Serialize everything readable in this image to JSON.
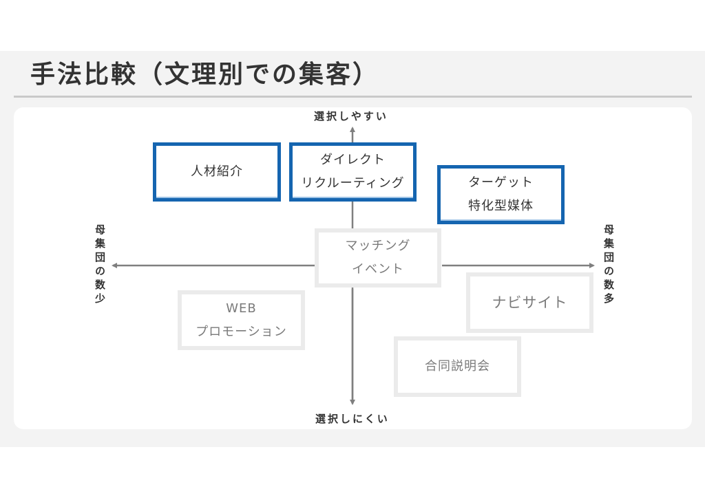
{
  "title": "手法比較（文理別での集客）",
  "axes": {
    "top": "選択しやすい",
    "bottom": "選択しにくい",
    "left": "母集団の数少",
    "right": "母集団の数多"
  },
  "colors": {
    "highlight_border": "#1565b0",
    "muted_border": "#ebebeb",
    "axis": "#7f7f7f",
    "background": "#f3f3f3"
  },
  "methods": [
    {
      "lines": [
        "人材紹介"
      ],
      "highlighted": true
    },
    {
      "lines": [
        "ダイレクト",
        "リクルーティング"
      ],
      "highlighted": true
    },
    {
      "lines": [
        "ターゲット",
        "特化型媒体"
      ],
      "highlighted": true
    },
    {
      "lines": [
        "マッチング",
        "イベント"
      ],
      "highlighted": false
    },
    {
      "lines": [
        "ナビサイト"
      ],
      "highlighted": false
    },
    {
      "lines": [
        "WEB",
        "プロモーション"
      ],
      "highlighted": false
    },
    {
      "lines": [
        "合同説明会"
      ],
      "highlighted": false
    }
  ]
}
